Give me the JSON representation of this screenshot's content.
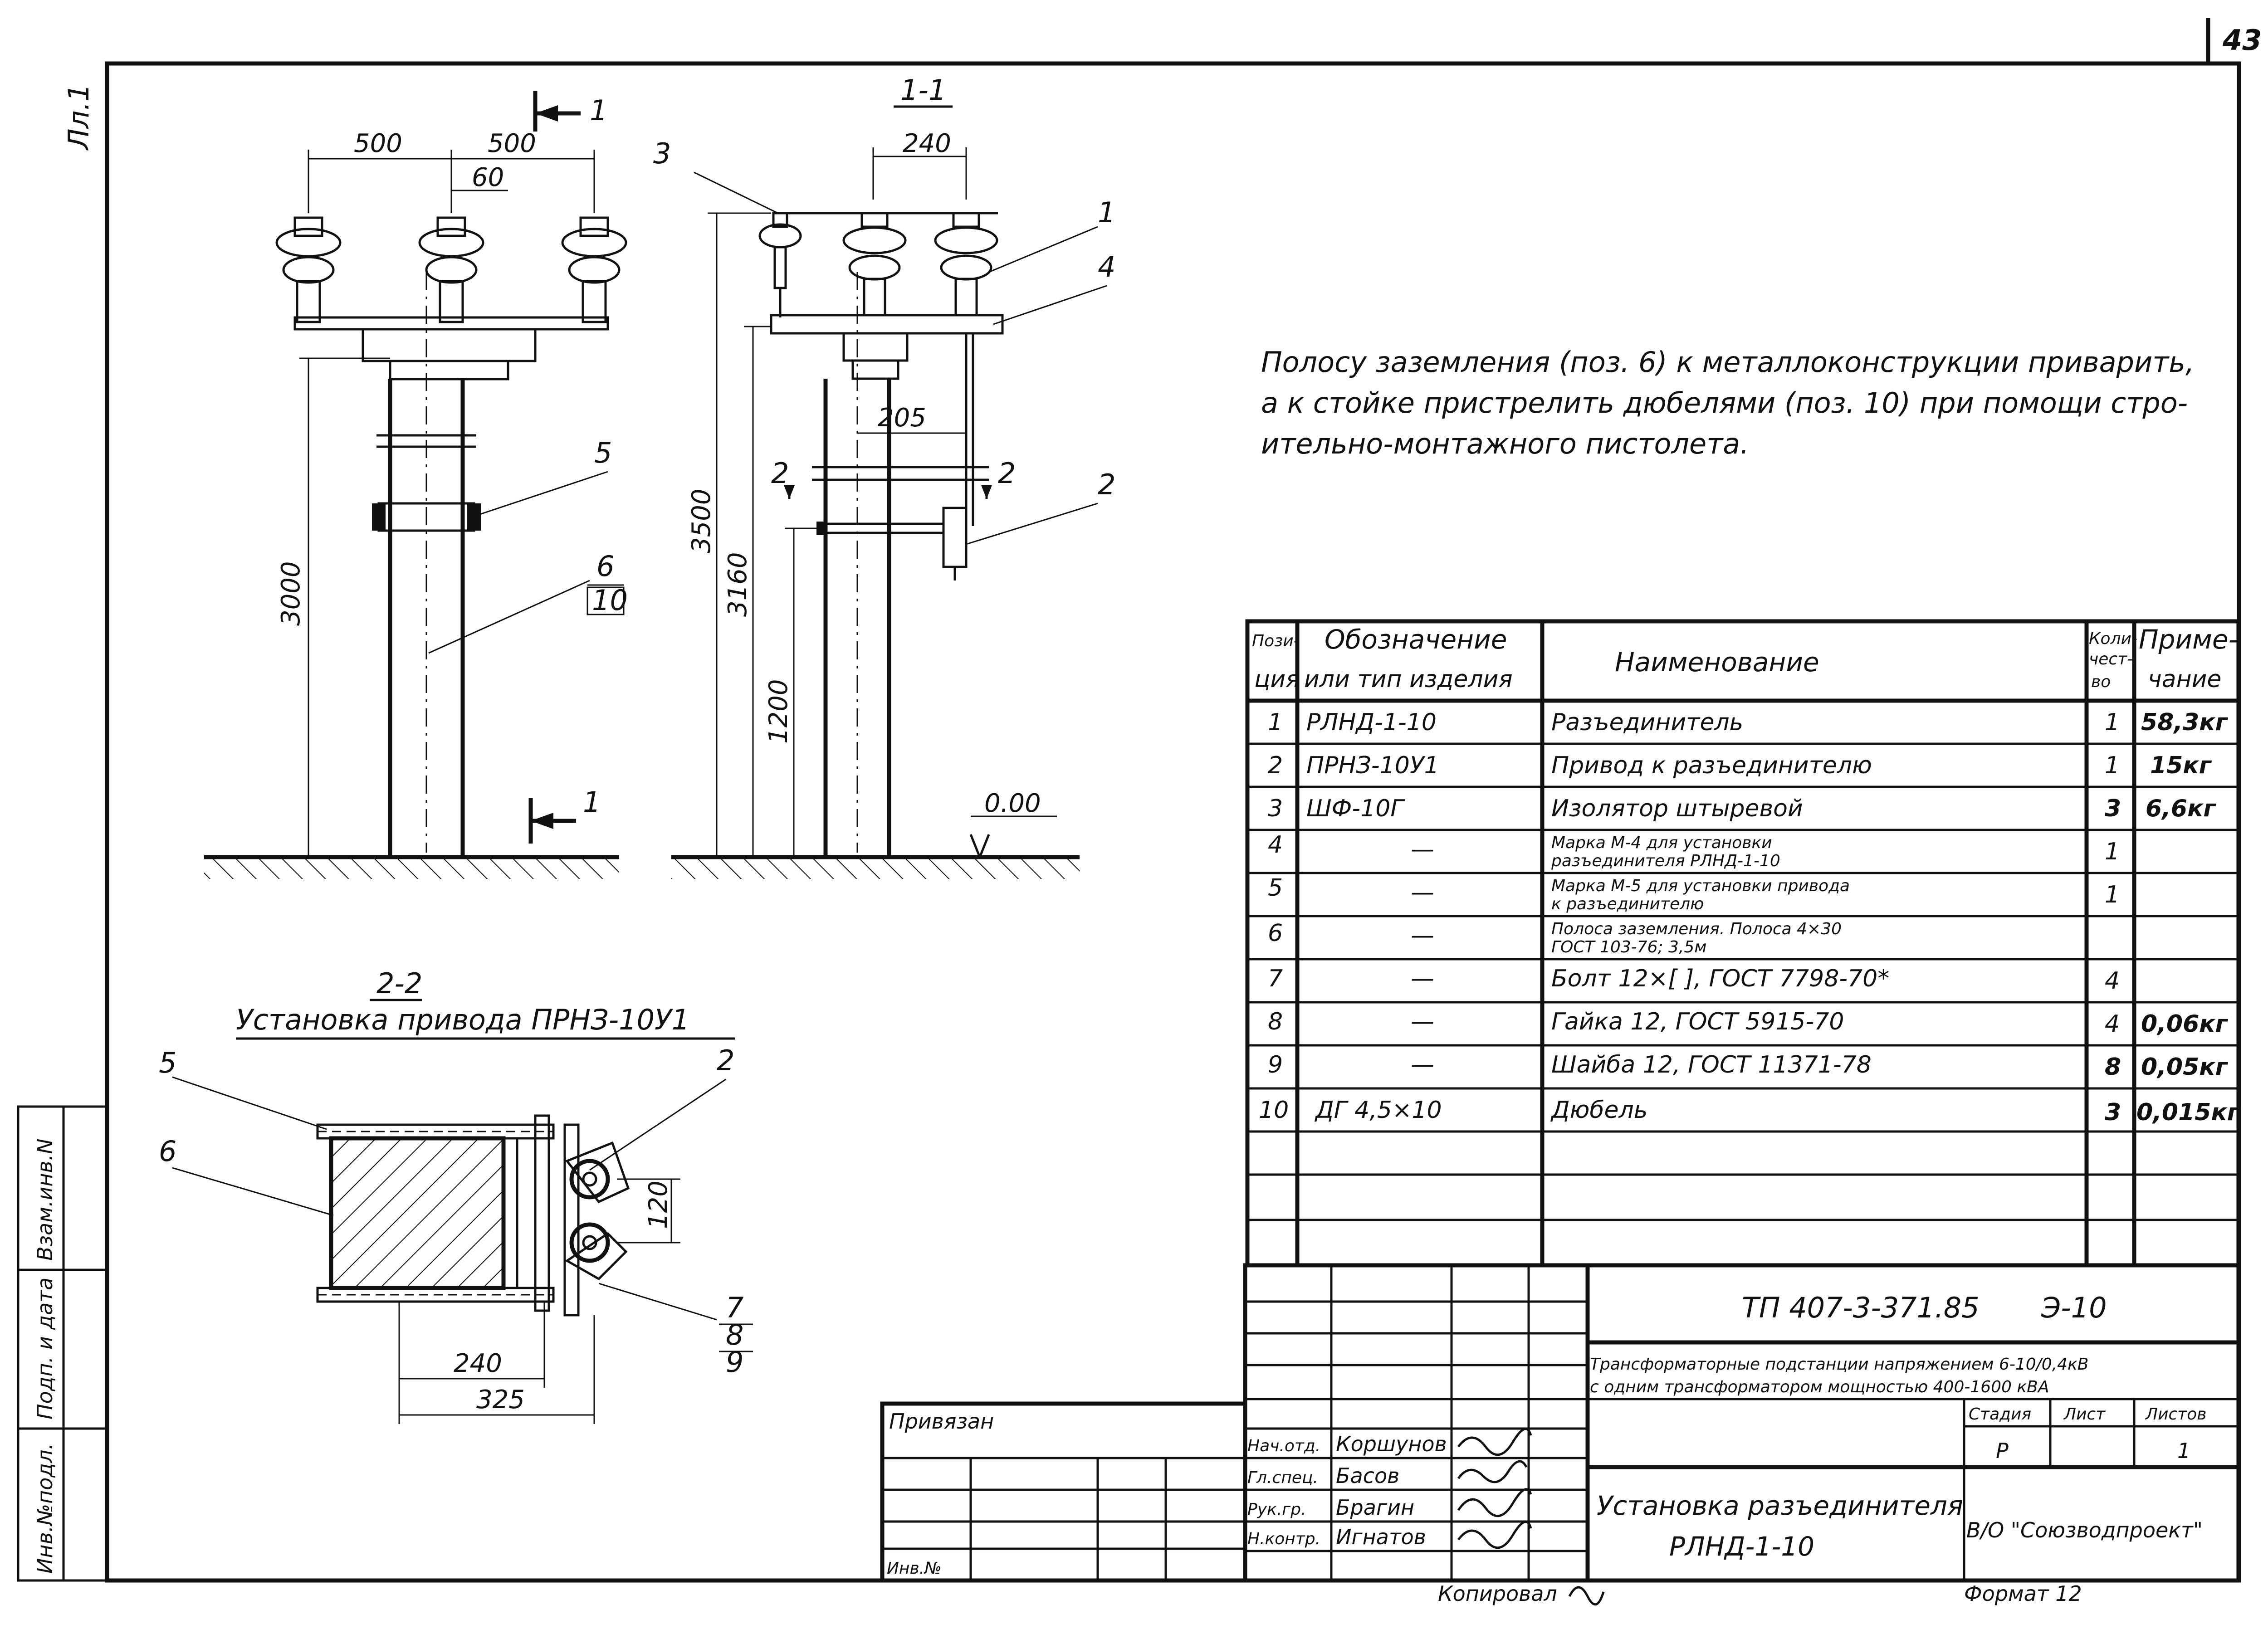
{
  "sheet": {
    "page_number": "43",
    "sheet_label": "Лл.1",
    "note": [
      "Полосу заземления (поз. 6) к металлоконструкции приварить,",
      "а к стойке пристрелить дюбелями (поз. 10) при помощи стро-",
      "ительно-монтажного пистолета."
    ],
    "copied_by": "Копировал",
    "format": "Формат 12",
    "side_stamps": [
      "Инв.№подл.",
      "Подп. и дата",
      "Взам.инв.N"
    ]
  },
  "views": {
    "front": {
      "section_mark": "1",
      "dims": [
        "500",
        "500",
        "60",
        "3000"
      ],
      "callouts": [
        "5",
        "6",
        "10"
      ]
    },
    "section_1_1": {
      "title": "1-1",
      "dims": [
        "240",
        "205",
        "3500",
        "3160",
        "1200"
      ],
      "callouts": [
        "1",
        "2",
        "3",
        "4"
      ],
      "section_mark": "2",
      "level": "0.00"
    },
    "section_2_2": {
      "title": "2-2",
      "subtitle": "Установка привода ПРНЗ-10У1",
      "dims": [
        "120",
        "240",
        "325"
      ],
      "callouts": [
        "2",
        "5",
        "6",
        "7",
        "8",
        "9"
      ]
    }
  },
  "spec_table": {
    "headers": {
      "pos": [
        "Пози-",
        "ция"
      ],
      "designation": [
        "Обозначение",
        "или тип изделия"
      ],
      "name": "Наименование",
      "qty": [
        "Коли-",
        "чест-",
        "во"
      ],
      "note": [
        "Приме-",
        "чание"
      ]
    },
    "rows": [
      {
        "pos": "1",
        "designation": "РЛНД-1-10",
        "name": [
          "Разъединитель"
        ],
        "qty": "1",
        "note": "58,3кг"
      },
      {
        "pos": "2",
        "designation": "ПРНЗ-10У1",
        "name": [
          "Привод к разъединителю"
        ],
        "qty": "1",
        "note": "15кг"
      },
      {
        "pos": "3",
        "designation": "ШФ-10Г",
        "name": [
          "Изолятор штыревой"
        ],
        "qty": "3",
        "note": "6,6кг"
      },
      {
        "pos": "4",
        "designation": "—",
        "name": [
          "Марка М-4 для установки",
          "разъединителя РЛНД-1-10"
        ],
        "qty": "1",
        "note": ""
      },
      {
        "pos": "5",
        "designation": "—",
        "name": [
          "Марка М-5 для установки привода",
          "к разъединителю"
        ],
        "qty": "1",
        "note": ""
      },
      {
        "pos": "6",
        "designation": "—",
        "name": [
          "Полоса заземления. Полоса 4×30",
          "ГОСТ 103-76; 3,5м"
        ],
        "qty": "",
        "note": ""
      },
      {
        "pos": "7",
        "designation": "—",
        "name": [
          "Болт 12×[ ], ГОСТ 7798-70*"
        ],
        "qty": "4",
        "note": ""
      },
      {
        "pos": "8",
        "designation": "—",
        "name": [
          "Гайка 12, ГОСТ 5915-70"
        ],
        "qty": "4",
        "note": "0,06кг"
      },
      {
        "pos": "9",
        "designation": "—",
        "name": [
          "Шайба 12, ГОСТ 11371-78"
        ],
        "qty": "8",
        "note": "0,05кг"
      },
      {
        "pos": "10",
        "designation": "ДГ 4,5×10",
        "name": [
          "Дюбель"
        ],
        "qty": "3",
        "note": "0,015кг"
      }
    ]
  },
  "title_block": {
    "code": "ТП 407-3-371.85",
    "sheet_code": "Э-10",
    "project": [
      "Трансформаторные подстанции напряжением 6-10/0,4кВ",
      "с одним трансформатором мощностью 400-1600 кВА"
    ],
    "attached": "Привязан",
    "inv_no": "Инв.№",
    "stage_label": "Стадия",
    "sheet_label": "Лист",
    "sheets_label": "Листов",
    "stage": "Р",
    "sheet": "",
    "sheets": "1",
    "drawing_title": [
      "Установка разъединителя",
      "РЛНД-1-10"
    ],
    "organization": "В/О \"Союзводпроект\"",
    "signatures": [
      {
        "role": "Нач.отд.",
        "name": "Коршунов"
      },
      {
        "role": "Гл.спец.",
        "name": "Басов"
      },
      {
        "role": "Рук.гр.",
        "name": "Брагин"
      },
      {
        "role": "Н.контр.",
        "name": "Игнатов"
      }
    ]
  }
}
